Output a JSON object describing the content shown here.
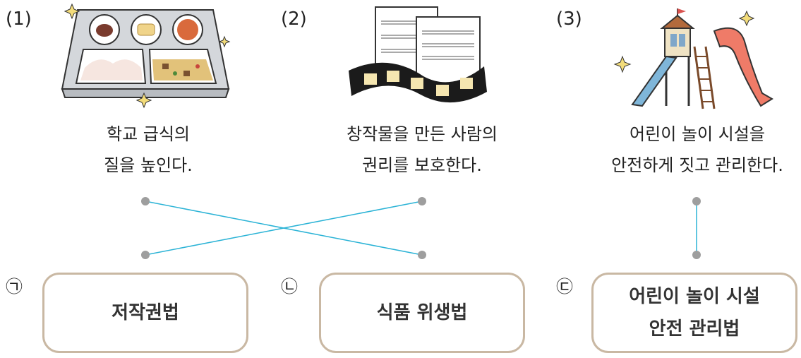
{
  "items": [
    {
      "number": "(1)",
      "desc_line1": "학교 급식의",
      "desc_line2": "질을 높인다.",
      "illustration": "school-lunch-tray"
    },
    {
      "number": "(2)",
      "desc_line1": "창작물을 만든 사람의",
      "desc_line2": "권리를 보호한다.",
      "illustration": "sheet-music-and-film"
    },
    {
      "number": "(3)",
      "desc_line1": "어린이 놀이 시설을",
      "desc_line2": "안전하게 짓고 관리한다.",
      "illustration": "playground-slide"
    }
  ],
  "laws": [
    {
      "mark": "㉠",
      "line1": "저작권법",
      "line2": ""
    },
    {
      "mark": "㉡",
      "line1": "식품 위생법",
      "line2": ""
    },
    {
      "mark": "㉢",
      "line1": "어린이 놀이 시설",
      "line2": "안전 관리법"
    }
  ],
  "connections": [
    {
      "item": "(1)",
      "law": "㉡"
    },
    {
      "item": "(2)",
      "law": "㉠"
    },
    {
      "item": "(3)",
      "law": "㉢"
    }
  ],
  "colors": {
    "line": "#2bb3d6",
    "dot": "#9e9e9e",
    "box_border": "#c9b8a3"
  }
}
